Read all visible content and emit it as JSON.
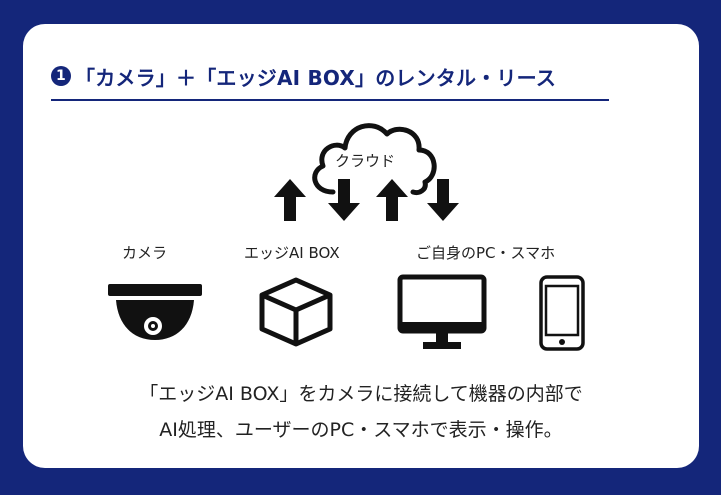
{
  "heading": {
    "number": "1",
    "text": "「カメラ」＋「エッジAI BOX」のレンタル・リース"
  },
  "cloud": {
    "label": "クラウド"
  },
  "devices": {
    "camera": "カメラ",
    "edge_box": "エッジAI BOX",
    "pc_phone": "ご自身のPC・スマホ"
  },
  "caption": {
    "line1": "「エッジAI BOX」をカメラに接続して機器の内部で",
    "line2": "AI処理、ユーザーのPC・スマホで表示・操作。"
  },
  "colors": {
    "background": "#14267a",
    "card": "#ffffff",
    "icon": "#111111"
  }
}
